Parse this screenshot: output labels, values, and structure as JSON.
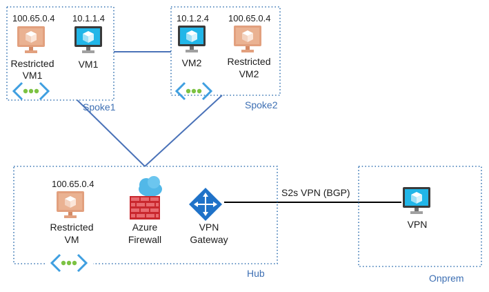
{
  "colors": {
    "border": "#2f6fb0",
    "link": "#4a72b8",
    "vpn_line": "#000000",
    "restricted_vm": "#e2a07e",
    "vm": "#21b6e8",
    "firewall": "#c9272d",
    "cloud": "#52b8e8",
    "gateway": "#1f72c8",
    "vnet_icon": "#3f9fe0",
    "vnet_dots": "#7cc242"
  },
  "spoke1": {
    "label": "Spoke1",
    "restricted_vm": {
      "ip": "100.65.0.4",
      "label_line1": "Restricted",
      "label_line2": "VM1",
      "icon": "restricted-vm-icon"
    },
    "vm": {
      "ip": "10.1.1.4",
      "label": "VM1",
      "icon": "vm-icon"
    }
  },
  "spoke2": {
    "label": "Spoke2",
    "vm": {
      "ip": "10.1.2.4",
      "label": "VM2",
      "icon": "vm-icon"
    },
    "restricted_vm": {
      "ip": "100.65.0.4",
      "label_line1": "Restricted",
      "label_line2": "VM2",
      "icon": "restricted-vm-icon"
    }
  },
  "hub": {
    "label": "Hub",
    "restricted_vm": {
      "ip": "100.65.0.4",
      "label_line1": "Restricted",
      "label_line2": "VM",
      "icon": "restricted-vm-icon"
    },
    "firewall": {
      "label_line1": "Azure",
      "label_line2": "Firewall",
      "icon": "azure-firewall-icon"
    },
    "gateway": {
      "label_line1": "VPN",
      "label_line2": "Gateway",
      "icon": "vpn-gateway-icon"
    }
  },
  "onprem": {
    "label": "Onprem",
    "vm": {
      "label": "VPN",
      "icon": "vm-icon"
    }
  },
  "connection": {
    "label": "S2s VPN (BGP)"
  }
}
